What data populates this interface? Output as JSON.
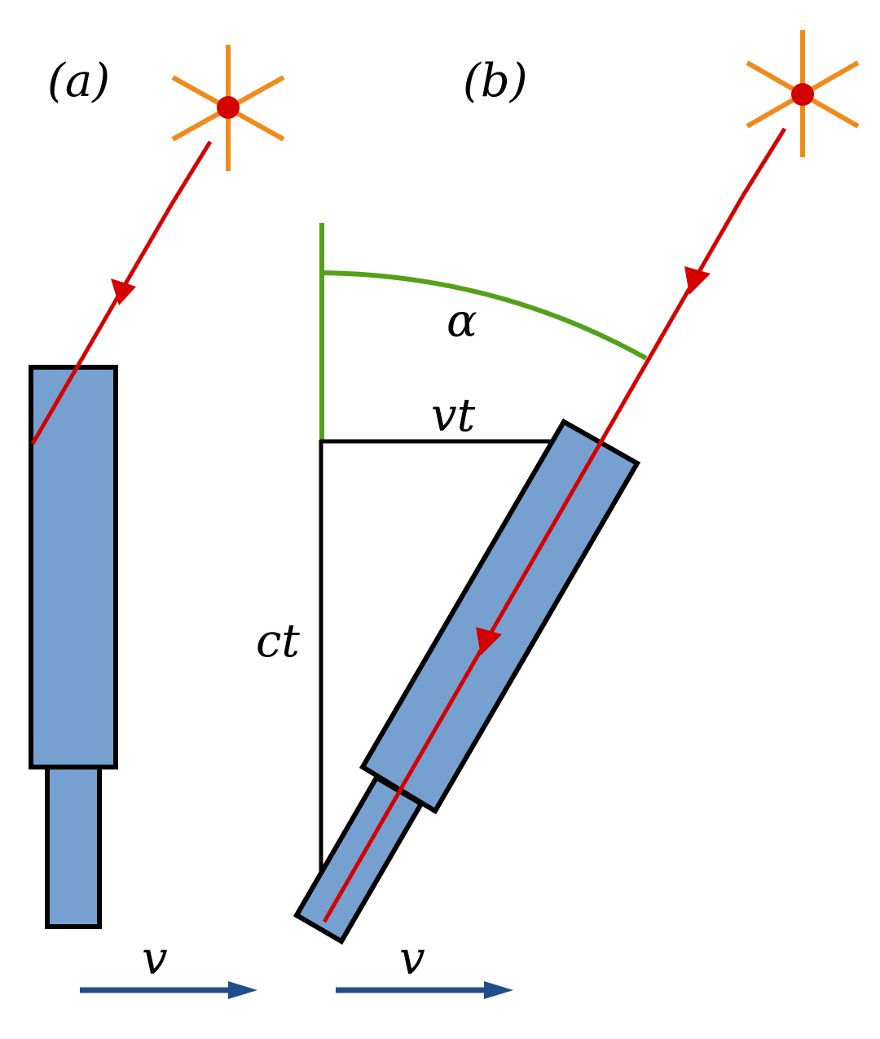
{
  "panels": {
    "a": {
      "label": "(a)"
    },
    "b": {
      "label": "(b)"
    }
  },
  "labels": {
    "angle": "α",
    "horizontal": "vt",
    "vertical": "ct",
    "velocity_a": "v",
    "velocity_b": "v"
  },
  "icons": {
    "star": "star-icon",
    "arrow": "arrow-icon"
  },
  "colors": {
    "background": "#ffffff",
    "telescope_fill": "#76a0d0",
    "outline": "#000000",
    "light_ray": "#d40000",
    "star_rays": "#f28a1a",
    "star_center": "#d40000",
    "angle_marker": "#53a11a",
    "velocity_arrow": "#1f4e8c"
  }
}
